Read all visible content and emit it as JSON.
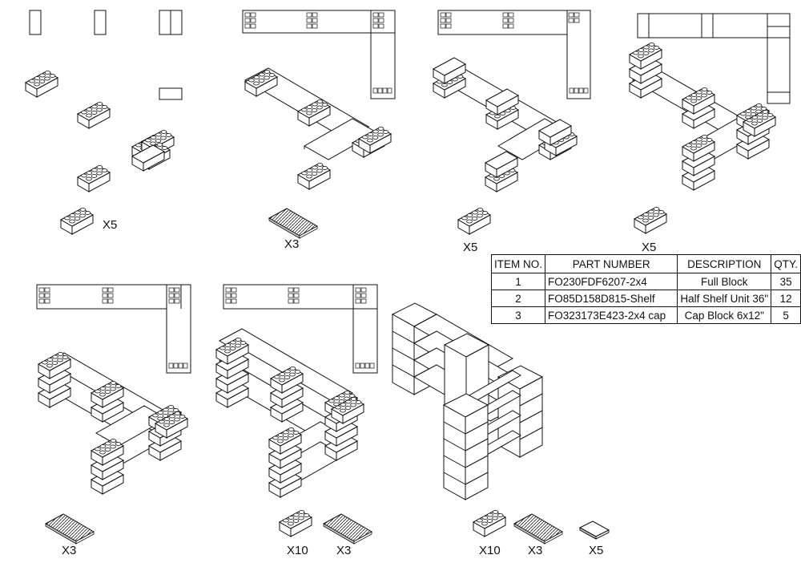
{
  "bom": {
    "headers": {
      "item_no": "ITEM NO.",
      "part_number": "PART NUMBER",
      "description": "DESCRIPTION",
      "qty": "QTY."
    },
    "rows": [
      {
        "item_no": "1",
        "part_number": "FO230FDF6207-2x4",
        "description": "Full Block",
        "qty": "35"
      },
      {
        "item_no": "2",
        "part_number": "FO85D158D815-Shelf",
        "description": "Half Shelf Unit 36\"",
        "qty": "12"
      },
      {
        "item_no": "3",
        "part_number": "FO323173E423-2x4 cap",
        "description": "Cap Block 6x12\"",
        "qty": "5"
      }
    ]
  },
  "callouts": {
    "step1_blocks": "X5",
    "step2_shelves": "X3",
    "step3_blocks": "X5",
    "step4_blocks": "X5",
    "step5_shelves": "X3",
    "step6_blocks": "X10",
    "step6_shelves": "X3",
    "step7_blocks": "X10",
    "step7_shelves": "X3",
    "step7_caps": "X5"
  },
  "colors": {
    "line": "#111111",
    "block_fill": "#ffffff",
    "stud_fill": "#ffffff",
    "shelf_edge_fill": "#c8c8c8"
  }
}
